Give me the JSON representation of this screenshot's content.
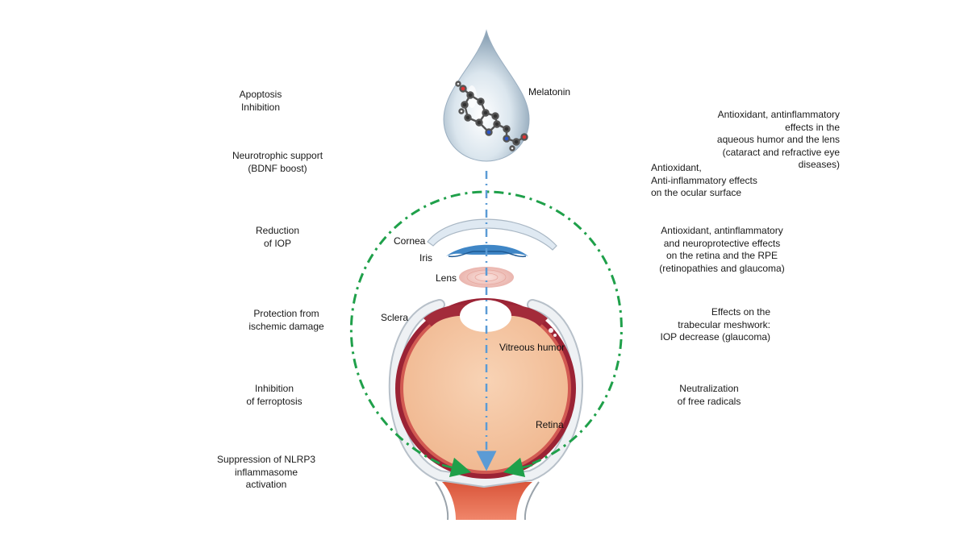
{
  "drug": {
    "label": "Melatonin"
  },
  "eye_labels": {
    "cornea": "Cornea",
    "iris": "Iris",
    "lens": "Lens",
    "sclera": "Sclera",
    "vitreous": "Vitreous humor",
    "retina": "Retina"
  },
  "left_effects": [
    "Apoptosis\nInhibition",
    "Neurotrophic support\n(BDNF boost)",
    "Reduction\nof IOP",
    "Protection from\nischemic damage",
    "Inhibition\nof ferroptosis",
    "Suppression of NLRP3\ninflammasome\nactivation"
  ],
  "right_effects": [
    "Antioxidant, antinflammatory effects in the\naqueous humor and the lens\n(cataract and refractive eye diseases)",
    "Antioxidant,\nAnti-inflammatory effects\non the ocular surface",
    "Antioxidant, antinflammatory\nand neuroprotective effects\non the retina and the RPE\n(retinopathies and glaucoma)",
    "Effects on the\ntrabecular meshwork:\nIOP decrease (glaucoma)",
    "Neutralization\nof free radicals"
  ],
  "colors": {
    "dashed_circle": "#1fa04a",
    "center_arrow": "#5b9bd5",
    "choroid": "#9b2335",
    "vitreous": "#f6c9a6",
    "optic_nerve": "#e8704f",
    "cornea": "#dfe9f2",
    "iris": "#3f86c6"
  }
}
